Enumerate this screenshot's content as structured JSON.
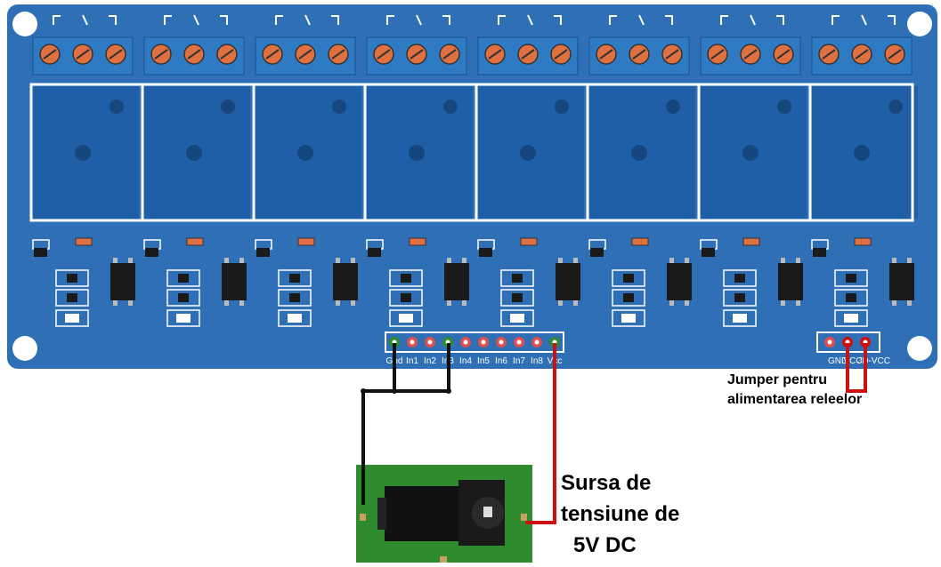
{
  "board": {
    "relay_count": 8,
    "pcb_color": "#2f6fb5",
    "relay_color": "#1e5fa8",
    "terminal_color": "#2e7bc4",
    "screw_color": "#e07040",
    "header_pins": [
      "Gnd",
      "In1",
      "In2",
      "In3",
      "In4",
      "In5",
      "In6",
      "In7",
      "In8",
      "Vcc"
    ],
    "jumper_pins": [
      "GND",
      "VCC",
      "JD-VCC"
    ]
  },
  "annotations": {
    "jumper": [
      "Jumper pentru",
      "alimentarea releelor"
    ],
    "power_source": [
      "Sursa de",
      "tensiune de",
      "5V DC"
    ]
  },
  "wires": {
    "gnd_color": "#111111",
    "vcc_color": "#cc1111"
  },
  "power_module": {
    "pcb_color": "#2e8b2e",
    "jack_color": "#111111"
  }
}
